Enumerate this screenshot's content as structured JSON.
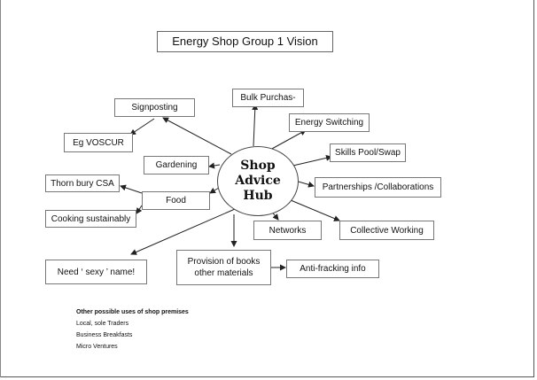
{
  "title": "Energy Shop Group 1 Vision",
  "hub": "Shop\nAdvice\nHub",
  "nodes": {
    "signposting": "Signposting",
    "eg_voscur": "Eg VOSCUR",
    "gardening": "Gardening",
    "thornbury": "Thorn bury CSA",
    "food": "Food",
    "cooking": "Cooking sustainably",
    "sexy_name": "Need ‘ sexy ’ name!",
    "bulk": "Bulk Purchas-",
    "energy_switching": "Energy Switching",
    "skills": "Skills Pool/Swap",
    "partnerships": "Partnerships /Collaborations",
    "networks": "Networks",
    "collective": "Collective Working",
    "books": "Provision of books\nother materials",
    "antifracking": "Anti-fracking info"
  },
  "other_uses": {
    "heading": "Other possible uses of shop premises",
    "items": [
      "Local, sole  Traders",
      "Business Breakfasts",
      "Micro Ventures"
    ]
  }
}
